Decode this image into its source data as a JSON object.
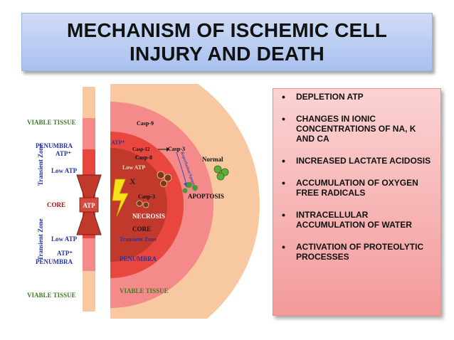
{
  "slide": {
    "title_line1": "MECHANISM OF ISCHEMIC CELL",
    "title_line2": "INJURY AND DEATH"
  },
  "bullets": [
    "DEPLETION ATP",
    "CHANGES IN IONIC CONCENTRATIONS OF NA, K AND CA",
    "INCREASED LACTATE ACIDOSIS",
    "ACCUMULATION OF OXYGEN FREE RADICALS",
    "INTRACELLULAR ACCUMULATION OF WATER",
    "ACTIVATION OF PROTEOLYTIC PROCESSES"
  ],
  "diagram": {
    "left_labels": {
      "viable_top": "VIABLE TISSUE",
      "penumbra_top": "PENUMBRA",
      "atp_plus_top": "ATP⁺",
      "transient_zone_top": "Transient Zone",
      "low_atp_top": "Low ATP",
      "core": "CORE",
      "atp_center": "ATP",
      "transient_zone_bottom": "Transient Zone",
      "low_atp_bottom": "Low ATP",
      "atp_plus_bottom": "ATP⁺",
      "penumbra_bottom": "PENUMBRA",
      "viable_bottom": "VIABLE TISSUE"
    },
    "circle_labels": {
      "atp_plus": "ATP⁺",
      "casp9": "Casp-9",
      "casp12": "Casp-12",
      "casp8": "Casp-8",
      "casp3_top": "Casp-3",
      "low_atp": "Low ATP",
      "x_mark": "X",
      "casp3_lower": "Casp-3",
      "necrosis": "NECROSIS",
      "core": "CORE",
      "transient_zone": "Transient Zone",
      "penumbra": "PENUMBRA",
      "viable_tissue": "VIABLE TISSUE",
      "normal": "Normal",
      "apoptosis": "APOPTOSIS",
      "reperfusion": "Reperfusion/Apoptosis"
    },
    "colors": {
      "viable": "#f8c9a0",
      "penumbra": "#f48a8a",
      "transient": "#e8473f",
      "core": "#c0392b",
      "atp_hourglass": "#c0392b",
      "green_text": "#3f7d2a",
      "blue_text": "#2233aa",
      "red_text": "#c00000"
    }
  }
}
